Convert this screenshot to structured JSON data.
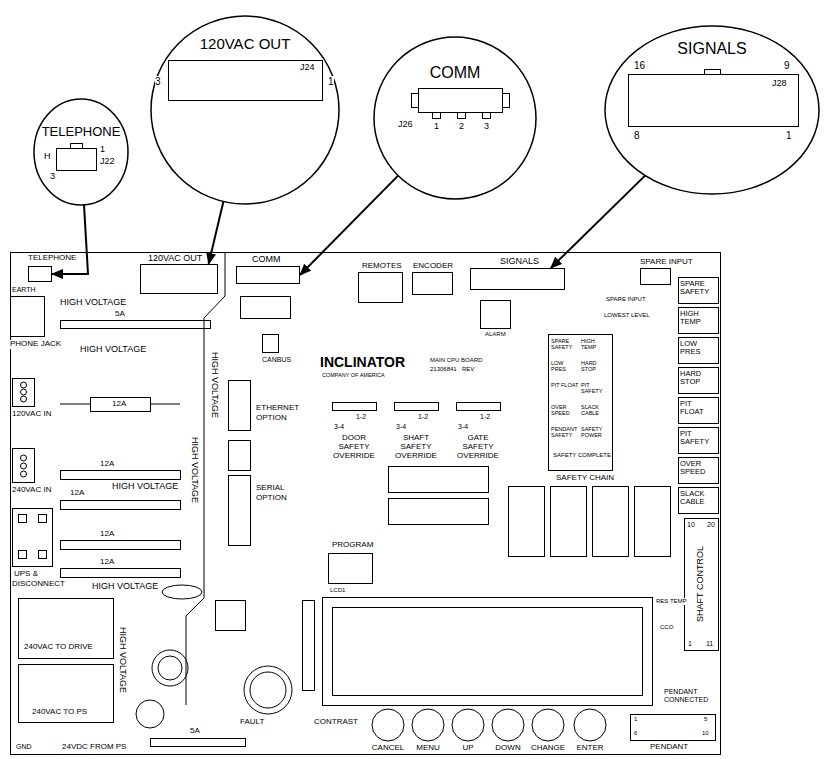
{
  "diagram": {
    "nodes": [
      {
        "text": [
          "TELEPHONE",
          "1",
          "J22",
          "H",
          "3"
        ]
      },
      {
        "text": [
          "120VAC OUT",
          "J24",
          "3",
          "1"
        ]
      },
      {
        "text": [
          "COMM",
          "J26",
          "1",
          "2",
          "3"
        ]
      },
      {
        "text": [
          "SIGNALS",
          "16",
          "9",
          "J28",
          "8",
          "1"
        ]
      },
      {
        "text": [
          "TELEPHONE"
        ]
      },
      {
        "text": [
          "120VAC OUT"
        ]
      },
      {
        "text": [
          "COMM"
        ]
      },
      {
        "text": [
          "SIGNALS"
        ]
      }
    ],
    "edges": [
      {
        "from": 0,
        "to": 4,
        "arrow": "to"
      },
      {
        "from": 1,
        "to": 5,
        "arrow": "to"
      },
      {
        "from": 2,
        "to": 6,
        "arrow": "to"
      },
      {
        "from": 3,
        "to": 7,
        "arrow": "to"
      }
    ],
    "labels": [
      "EARTH",
      "PHONE JACK",
      "HIGH VOLTAGE",
      "5A",
      "HIGH VOLTAGE",
      "120VAC IN",
      "12A",
      "12A",
      "240VAC IN",
      "HIGH VOLTAGE",
      "12A",
      "12A",
      "12A",
      "UPS &",
      "DISCONNECT",
      "HIGH VOLTAGE",
      "240VAC TO DRIVE",
      "240VAC TO PS",
      "24VDC FROM PS",
      "GND",
      "5A",
      "HIGH VOLTAGE",
      "HIGH VOLTAGE",
      "HIGH VOLTAGE",
      "CANBUS",
      "ETHERNET",
      "OPTION",
      "SERIAL",
      "OPTION",
      "PROGRAM",
      "LCD1",
      "INCLINATOR",
      "COMPANY OF AMERICA",
      "MAIN CPU BOARD",
      "21306841",
      "REV",
      "REMOTES",
      "ENCODER",
      "SPARE INPUT",
      "ALARM",
      "SPARE INPUT",
      "LOWEST LEVEL",
      "SPARE SAFETY",
      "HIGH TEMP",
      "LOW PRES",
      "HARD STOP",
      "PIT FLOAT",
      "PIT SAFETY",
      "OVER SPEED",
      "SLACK CABLE",
      "SPARE SAFETY",
      "HIGH TEMP",
      "LOW PRES",
      "HARD STOP",
      "PIT FLOAT",
      "PIT SAFETY",
      "OVER SPEED",
      "SLACK CABLE",
      "PENDANT SAFETY",
      "SAFETY POWER",
      "SAFETY COMPLETE",
      "SAFETY CHAIN",
      "DOOR SAFETY OVERRIDE",
      "SHAFT SAFETY OVERRIDE",
      "GATE SAFETY OVERRIDE",
      "3-4",
      "1-2",
      "3-4",
      "1-2",
      "3-4",
      "1-2",
      "SHAFT CONTROL",
      "10",
      "20",
      "1",
      "11",
      "RES TEMP",
      "CCO",
      "PENDANT CONNECTED",
      "PENDANT",
      "1",
      "5",
      "6",
      "10",
      "FAULT",
      "CONTRAST",
      "CANCEL",
      "MENU",
      "UP",
      "DOWN",
      "CHANGE",
      "ENTER"
    ]
  }
}
